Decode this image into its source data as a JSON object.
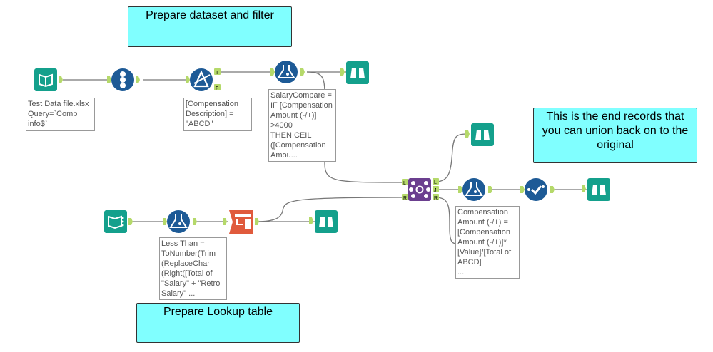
{
  "comments": {
    "prepare_dataset": "Prepare dataset and filter",
    "end_records": "This is the end records that you can union back on to the original",
    "prepare_lookup": "Prepare Lookup table"
  },
  "tools": {
    "input1": {
      "type": "input-data",
      "annotation": "Test Data file.xlsx\nQuery=`Comp\ninfo$`"
    },
    "record_id": {
      "type": "record-id"
    },
    "filter": {
      "type": "filter",
      "annotation": "[Compensation\nDescription] =\n\"ABCD\"",
      "anchor_true": "T",
      "anchor_false": "F"
    },
    "formula1": {
      "type": "formula",
      "annotation": "SalaryCompare =\nIF [Compensation\nAmount (-/+)]\n>4000\nTHEN CEIL\n([Compensation\nAmou..."
    },
    "browse1": {
      "type": "browse"
    },
    "input2": {
      "type": "input-data"
    },
    "formula2": {
      "type": "formula",
      "annotation": "Less Than =\nToNumber(Trim\n(ReplaceChar\n(Right([Total of\n\"Salary\" + \"Retro\nSalary\" ..."
    },
    "text_to_columns": {
      "type": "text-to-columns"
    },
    "browse2": {
      "type": "browse"
    },
    "join": {
      "type": "join",
      "anchors": [
        "L",
        "R",
        "L",
        "J",
        "R"
      ]
    },
    "browse3": {
      "type": "browse"
    },
    "formula3": {
      "type": "formula",
      "annotation": "Compensation\nAmount (-/+) =\n[Compensation\nAmount (-/+)]*\n[Value]/[Total of\nABCD]\n..."
    },
    "select": {
      "type": "select"
    },
    "browse4": {
      "type": "browse"
    }
  },
  "colors": {
    "comment_bg": "#80ffff",
    "teal": "#14a08c",
    "blue": "#1d5a96",
    "purple": "#6b3f8f",
    "orange": "#e05a3c",
    "anchor": "#b5d96a"
  }
}
